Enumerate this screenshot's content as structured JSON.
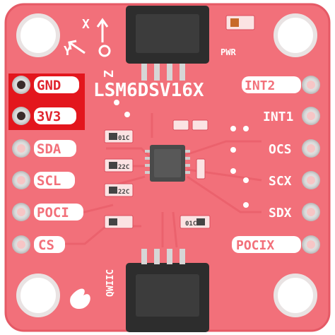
{
  "board": {
    "title": "LSM6DSV16X",
    "pwr_label": "PWR",
    "axis_x": "X",
    "axis_y": "Y",
    "axis_z": "Z",
    "qwiic_label": "QWIIC"
  },
  "pins": {
    "left": [
      "GND",
      "3V3",
      "SDA",
      "SCL",
      "POCI",
      "CS"
    ],
    "right": [
      "INT2",
      "INT1",
      "OCS",
      "SCX",
      "SDX",
      "POCIX"
    ]
  },
  "components": {
    "r1": "01C",
    "r2": "22C",
    "r3": "22C",
    "r4": "01C"
  },
  "colors": {
    "pcb": "#f2707a",
    "highlight": "#e3161d",
    "silkscreen": "#ffffff"
  }
}
